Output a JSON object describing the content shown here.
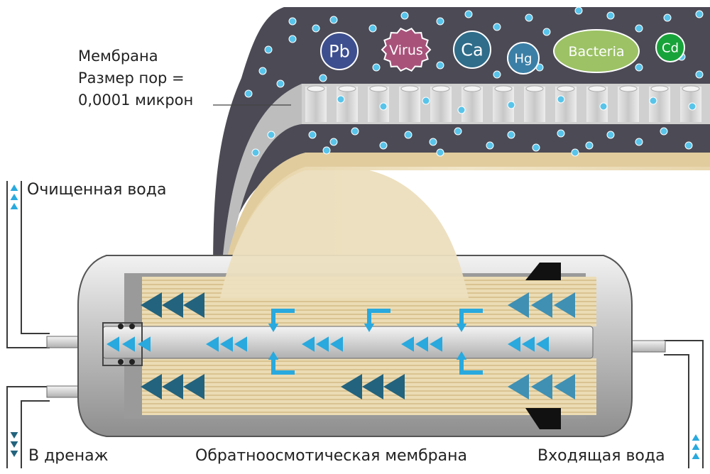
{
  "labels": {
    "membrane_line1": "Мембрана",
    "membrane_line2": "Размер пор =",
    "membrane_line3": "0,0001 микрон",
    "purified_water": "Очищенная вода",
    "drain": "В дренаж",
    "module": "Обратноосмотическая мембрана",
    "inlet_water": "Входящая вода"
  },
  "contaminants": [
    {
      "label": "Pb",
      "color": "#3d4f8f",
      "icon": "circle"
    },
    {
      "label": "Virus",
      "color": "#a8527a",
      "icon": "spiky-blob"
    },
    {
      "label": "Ca",
      "color": "#2f6d8a",
      "icon": "circle"
    },
    {
      "label": "Hg",
      "color": "#3b7fa6",
      "icon": "circle"
    },
    {
      "label": "Bacteria",
      "color": "#9cc265",
      "icon": "blob"
    },
    {
      "label": "Cd",
      "color": "#18a33a",
      "icon": "circle"
    }
  ],
  "colors": {
    "dark_water": "#4b4a55",
    "water_drop": "#59c4ea",
    "membrane_sheet": "#eadbb8",
    "housing": "#c9c9c9",
    "arrow_dark": "#23637d",
    "arrow_mid": "#3f90b3",
    "arrow_light": "#29a9de"
  }
}
